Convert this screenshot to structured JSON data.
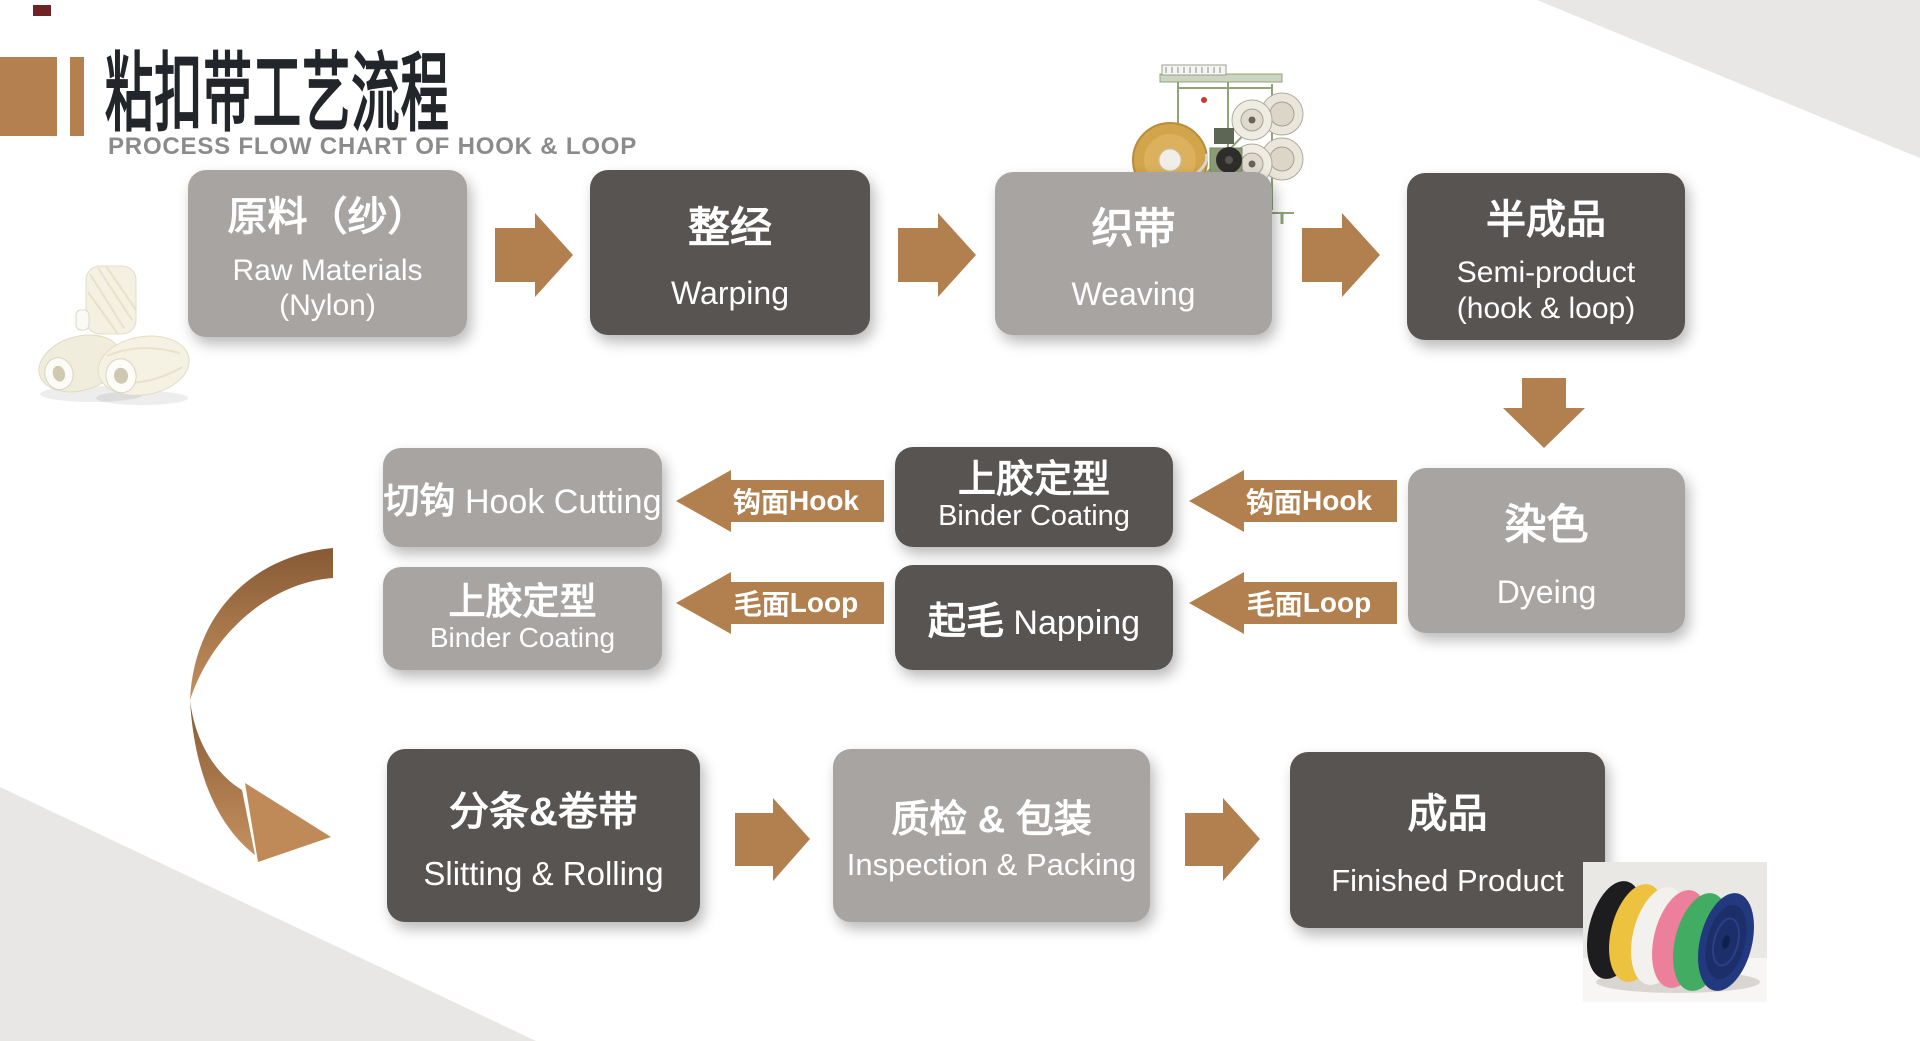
{
  "header": {
    "title": "粘扣带工艺流程",
    "subtitle": "PROCESS FLOW CHART OF HOOK & LOOP"
  },
  "boxes": {
    "raw_materials": {
      "zh": "原料（纱）",
      "en_line1": "Raw Materials",
      "en_line2": "(Nylon)"
    },
    "warping": {
      "zh": "整经",
      "en": "Warping"
    },
    "weaving": {
      "zh": "织带",
      "en": "Weaving"
    },
    "semi_product": {
      "zh": "半成品",
      "en_line1": "Semi-product",
      "en_line2": "(hook & loop)"
    },
    "dyeing": {
      "zh": "染色",
      "en": "Dyeing"
    },
    "binder_coating_hook": {
      "zh": "上胶定型",
      "en": "Binder Coating"
    },
    "hook_cutting": {
      "zh": "切钩",
      "en": "Hook Cutting"
    },
    "napping": {
      "zh": "起毛",
      "en": "Napping"
    },
    "binder_coating_loop": {
      "zh": "上胶定型",
      "en": "Binder Coating"
    },
    "slitting_rolling": {
      "zh": "分条&卷带",
      "en": "Slitting & Rolling"
    },
    "inspection_packing": {
      "zh": "质检 & 包装",
      "en": "Inspection & Packing"
    },
    "finished_product": {
      "zh": "成品",
      "en": "Finished Product"
    }
  },
  "arrow_labels": {
    "hook_upper": {
      "zh": "钩面",
      "en": "Hook"
    },
    "hook_lower": {
      "zh": "钩面",
      "en": "Hook"
    },
    "loop_upper": {
      "zh": "毛面",
      "en": "Loop"
    },
    "loop_lower": {
      "zh": "毛面",
      "en": "Loop"
    }
  },
  "images": {
    "yarn": "yarn-spools-photo",
    "machine": "needle-loom-weaving-machine-photo",
    "rolls": "colorful-hook-loop-tape-rolls-photo"
  },
  "colors": {
    "accent_brown": "#b2804f",
    "box_dark": "#585452",
    "box_gray": "#a8a4a2",
    "triangle_gray": "#e8e7e5",
    "title_text": "#22262b",
    "subtitle_text": "#8b8b8b"
  }
}
